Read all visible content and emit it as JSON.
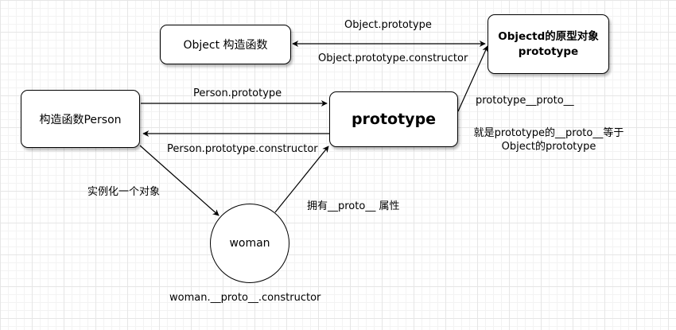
{
  "nodes": {
    "object_ctor": "Object 构造函数",
    "object_proto_line1": "Objectd的原型对象",
    "object_proto_line2": "prototype",
    "person_ctor": "构造函数Person",
    "prototype": "prototype",
    "woman": "woman"
  },
  "edge_labels": {
    "object_prototype": "Object.prototype",
    "object_prototype_constructor": "Object.prototype.constructor",
    "person_prototype": "Person.prototype",
    "person_prototype_constructor": "Person.prototype.constructor",
    "proto_proto": "prototype__proto__",
    "proto_explain": "就是prototype的__proto__等于Object的prototype",
    "instantiate": "实例化一个对象",
    "has_proto": "拥有__proto__ 属性",
    "woman_constructor": "woman.__proto__.constructor"
  },
  "colors": {
    "stroke": "#000000",
    "grid_major": "#e6e6e6",
    "grid_minor": "#f3f3f3"
  }
}
